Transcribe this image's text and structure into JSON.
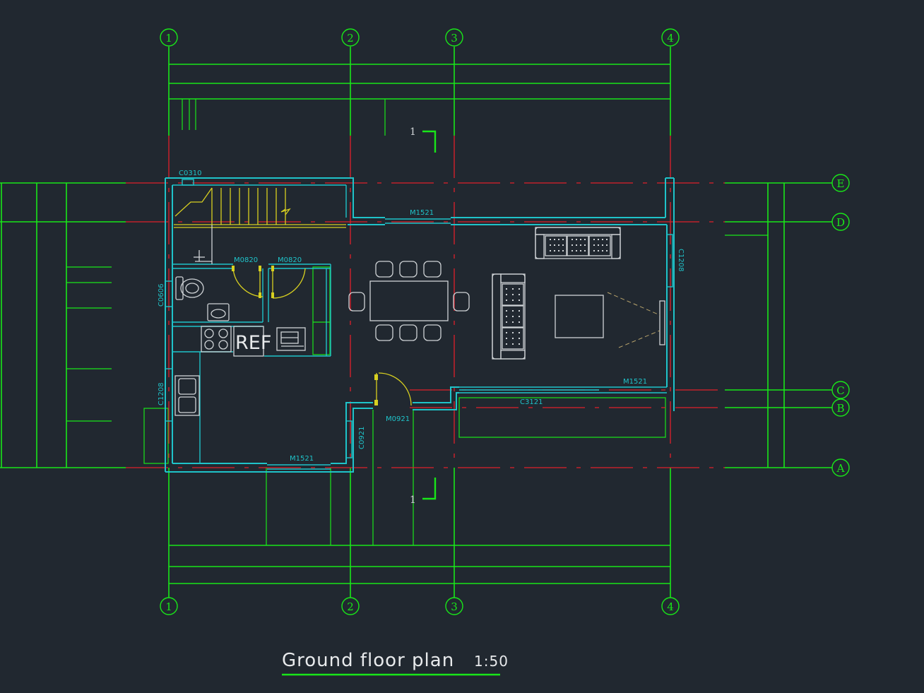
{
  "drawing": {
    "title": "Ground floor plan",
    "scale": "1:50"
  },
  "grid_axes": {
    "vertical": [
      "1",
      "2",
      "3",
      "4"
    ],
    "horizontal": [
      "E",
      "D",
      "C",
      "B",
      "A"
    ]
  },
  "section_marks": [
    "1",
    "1"
  ],
  "window_tags": {
    "stair_window": "C0310",
    "toilet_window": "C0606",
    "kitchen_window": "C1208",
    "living_window": "C1208",
    "hall_window": "C0921",
    "balcony_window": "C3121"
  },
  "door_tags": {
    "toilet_door": "M0820",
    "pantry_door": "M0820",
    "north_sliding_door": "M1521",
    "south_sliding_door": "M1521",
    "kitchen_sliding_door": "M1521",
    "entrance_door": "M0921"
  },
  "appliance_labels": {
    "refrigerator": "REF"
  },
  "colors": {
    "background": "#212830",
    "grid_lines": "#19e619",
    "axis_lines": "#e0202a",
    "walls": "#1fc3c9",
    "stairs_doors": "#d8d020",
    "furniture": "#cfd3d6"
  }
}
